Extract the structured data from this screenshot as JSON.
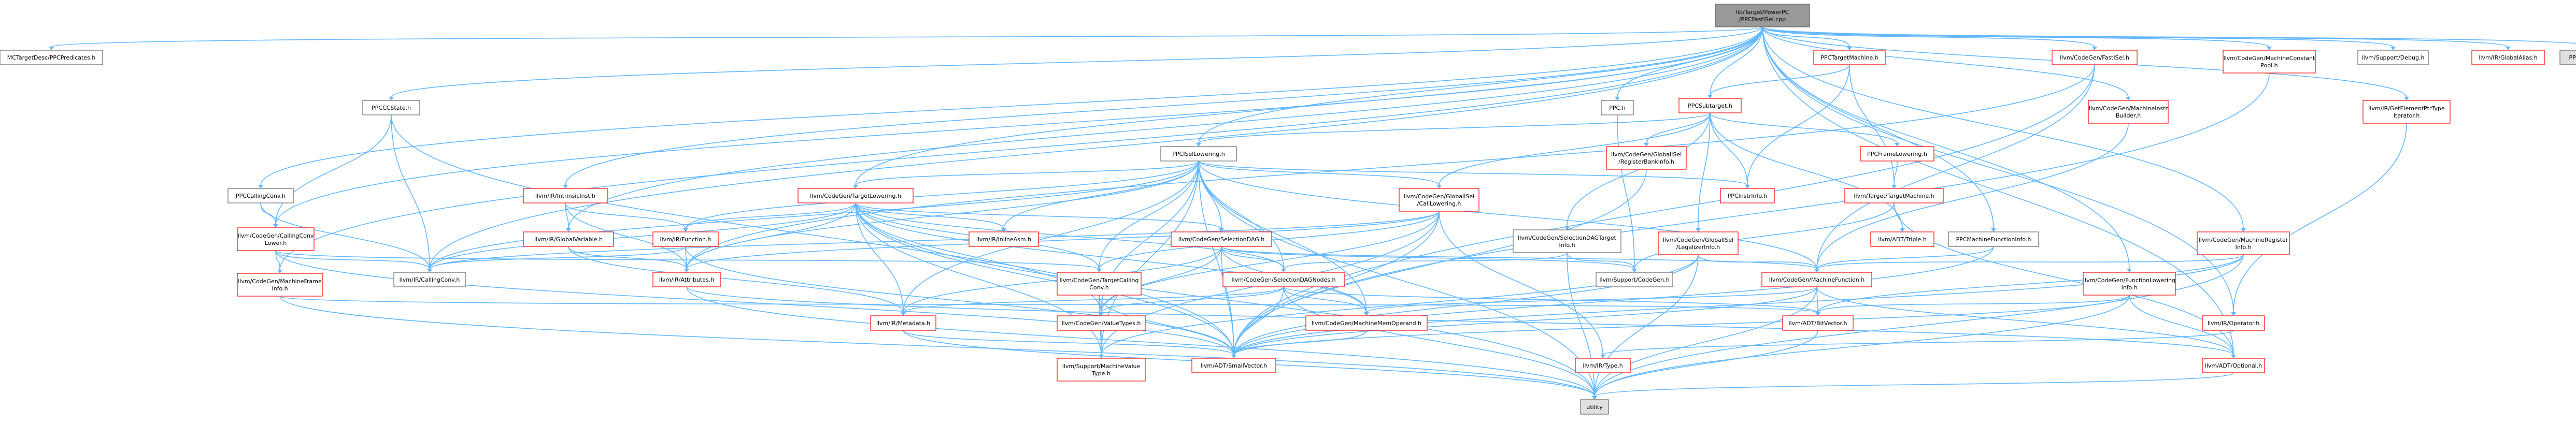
{
  "graph": {
    "colors": {
      "node_fill": "#ffffff",
      "node_stroke_linked": "#ff0000",
      "node_stroke_plain": "#666666",
      "root_fill": "#999999",
      "root_stroke": "#666666",
      "leaf_fill": "#e0e0e0",
      "edge": "#63b8ff",
      "text": "#000000"
    },
    "nodes": [
      {
        "id": "root",
        "lines": [
          "lib/Target/PowerPC",
          "/PPCFastISel.cpp"
        ],
        "style": "root"
      },
      {
        "id": "mcpred",
        "lines": [
          "MCTargetDesc/PPCPredicates.h"
        ],
        "style": "plain"
      },
      {
        "id": "ppccc",
        "lines": [
          "PPCCallingConv.h"
        ],
        "style": "plain"
      },
      {
        "id": "ppcccstate",
        "lines": [
          "PPCCCState.h"
        ],
        "style": "plain"
      },
      {
        "id": "ppch",
        "lines": [
          "PPC.h"
        ],
        "style": "plain"
      },
      {
        "id": "ppcisellow",
        "lines": [
          "PPCISelLowering.h"
        ],
        "style": "plain"
      },
      {
        "id": "ppcmfi",
        "lines": [
          "PPCMachineFunctionInfo.h"
        ],
        "style": "plain"
      },
      {
        "id": "ppctm",
        "lines": [
          "PPCTargetMachine.h"
        ],
        "style": "linked"
      },
      {
        "id": "ppcsub",
        "lines": [
          "PPCSubtarget.h"
        ],
        "style": "linked"
      },
      {
        "id": "ppcinstr",
        "lines": [
          "PPCInstrInfo.h"
        ],
        "style": "linked"
      },
      {
        "id": "ppcframe",
        "lines": [
          "PPCFrameLowering.h"
        ],
        "style": "linked"
      },
      {
        "id": "fastisel",
        "lines": [
          "llvm/CodeGen/FastISel.h"
        ],
        "style": "linked"
      },
      {
        "id": "ccl",
        "lines": [
          "llvm/CodeGen/CallingConv",
          "Lower.h"
        ],
        "style": "linked"
      },
      {
        "id": "mfi",
        "lines": [
          "llvm/CodeGen/MachineFrame",
          "Info.h"
        ],
        "style": "linked"
      },
      {
        "id": "tli",
        "lines": [
          "llvm/CodeGen/TargetLowering.h"
        ],
        "style": "linked"
      },
      {
        "id": "intrin",
        "lines": [
          "llvm/IR/IntrinsicInst.h"
        ],
        "style": "linked"
      },
      {
        "id": "gvar",
        "lines": [
          "llvm/IR/GlobalVariable.h"
        ],
        "style": "linked"
      },
      {
        "id": "func",
        "lines": [
          "llvm/IR/Function.h"
        ],
        "style": "linked"
      },
      {
        "id": "attrs",
        "lines": [
          "llvm/IR/Attributes.h"
        ],
        "style": "linked"
      },
      {
        "id": "callconv",
        "lines": [
          "llvm/IR/CallingConv.h"
        ],
        "style": "plain"
      },
      {
        "id": "inlineasm",
        "lines": [
          "llvm/IR/InlineAsm.h"
        ],
        "style": "linked"
      },
      {
        "id": "seldag",
        "lines": [
          "llvm/CodeGen/SelectionDAG.h"
        ],
        "style": "linked"
      },
      {
        "id": "gicl",
        "lines": [
          "llvm/CodeGen/GlobalISel",
          "/CallLowering.h"
        ],
        "style": "linked"
      },
      {
        "id": "girb",
        "lines": [
          "llvm/CodeGen/GlobalISel",
          "/RegisterBankInfo.h"
        ],
        "style": "linked"
      },
      {
        "id": "gili",
        "lines": [
          "llvm/CodeGen/GlobalISel",
          "/LegalizerInfo.h"
        ],
        "style": "linked"
      },
      {
        "id": "sdt",
        "lines": [
          "llvm/CodeGen/SelectionDAGTarget",
          "Info.h"
        ],
        "style": "plain"
      },
      {
        "id": "tmh",
        "lines": [
          "llvm/Target/TargetMachine.h"
        ],
        "style": "linked"
      },
      {
        "id": "triple",
        "lines": [
          "llvm/ADT/Triple.h"
        ],
        "style": "linked"
      },
      {
        "id": "tcc",
        "lines": [
          "llvm/CodeGen/TargetCalling",
          "Conv.h"
        ],
        "style": "linked"
      },
      {
        "id": "sdn",
        "lines": [
          "llvm/CodeGen/SelectionDAGNodes.h"
        ],
        "style": "linked"
      },
      {
        "id": "codegen",
        "lines": [
          "llvm/Support/CodeGen.h"
        ],
        "style": "plain"
      },
      {
        "id": "mf",
        "lines": [
          "llvm/CodeGen/MachineFunction.h"
        ],
        "style": "linked"
      },
      {
        "id": "meta",
        "lines": [
          "llvm/IR/Metadata.h"
        ],
        "style": "linked"
      },
      {
        "id": "vt",
        "lines": [
          "llvm/CodeGen/ValueTypes.h"
        ],
        "style": "linked"
      },
      {
        "id": "mmo",
        "lines": [
          "llvm/CodeGen/MachineMemOperand.h"
        ],
        "style": "linked"
      },
      {
        "id": "bitvec",
        "lines": [
          "llvm/ADT/BitVector.h"
        ],
        "style": "linked"
      },
      {
        "id": "mvt",
        "lines": [
          "llvm/Support/MachineValue",
          "Type.h"
        ],
        "style": "linked"
      },
      {
        "id": "smallvec",
        "lines": [
          "llvm/ADT/SmallVector.h"
        ],
        "style": "linked"
      },
      {
        "id": "irtype",
        "lines": [
          "llvm/IR/Type.h"
        ],
        "style": "linked"
      },
      {
        "id": "operator",
        "lines": [
          "llvm/IR/Operator.h"
        ],
        "style": "linked"
      },
      {
        "id": "optional",
        "lines": [
          "llvm/ADT/Optional.h"
        ],
        "style": "linked"
      },
      {
        "id": "utility",
        "lines": [
          "utility"
        ],
        "style": "leaf"
      },
      {
        "id": "mcp",
        "lines": [
          "llvm/CodeGen/MachineConstant",
          "Pool.h"
        ],
        "style": "linked"
      },
      {
        "id": "mib",
        "lines": [
          "llvm/CodeGen/MachineInstr",
          "Builder.h"
        ],
        "style": "linked"
      },
      {
        "id": "mri",
        "lines": [
          "llvm/CodeGen/MachineRegister",
          "Info.h"
        ],
        "style": "linked"
      },
      {
        "id": "fli",
        "lines": [
          "llvm/CodeGen/FunctionLowering",
          "Info.h"
        ],
        "style": "linked"
      },
      {
        "id": "gtit",
        "lines": [
          "llvm/IR/GetElementPtrType",
          "Iterator.h"
        ],
        "style": "linked"
      },
      {
        "id": "galias",
        "lines": [
          "llvm/IR/GlobalAlias.h"
        ],
        "style": "linked"
      },
      {
        "id": "debug",
        "lines": [
          "llvm/Support/Debug.h"
        ],
        "style": "plain"
      },
      {
        "id": "ppcinc",
        "lines": [
          "PPCGenFastISel.inc"
        ],
        "style": "leaf"
      }
    ]
  }
}
